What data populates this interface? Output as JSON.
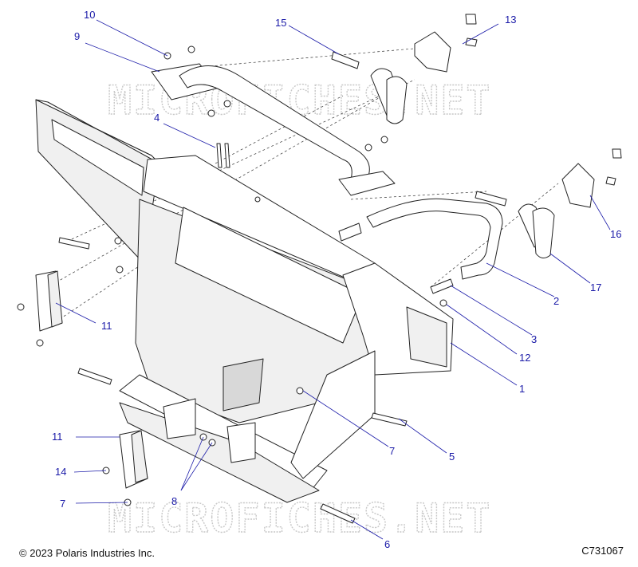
{
  "watermark": "MICROFICHES.NET",
  "footer": {
    "copyright": "© 2023 Polaris Industries Inc.",
    "figure_code": "C731067"
  },
  "callouts": [
    {
      "id": "callout-1",
      "label": "1"
    },
    {
      "id": "callout-2",
      "label": "2"
    },
    {
      "id": "callout-3",
      "label": "3"
    },
    {
      "id": "callout-4",
      "label": "4"
    },
    {
      "id": "callout-5",
      "label": "5"
    },
    {
      "id": "callout-6",
      "label": "6"
    },
    {
      "id": "callout-7a",
      "label": "7"
    },
    {
      "id": "callout-7b",
      "label": "7"
    },
    {
      "id": "callout-8",
      "label": "8"
    },
    {
      "id": "callout-9",
      "label": "9"
    },
    {
      "id": "callout-10",
      "label": "10"
    },
    {
      "id": "callout-11a",
      "label": "11"
    },
    {
      "id": "callout-11b",
      "label": "11"
    },
    {
      "id": "callout-12",
      "label": "12"
    },
    {
      "id": "callout-13",
      "label": "13"
    },
    {
      "id": "callout-14",
      "label": "14"
    },
    {
      "id": "callout-15",
      "label": "15"
    },
    {
      "id": "callout-16",
      "label": "16"
    },
    {
      "id": "callout-17",
      "label": "17"
    }
  ]
}
